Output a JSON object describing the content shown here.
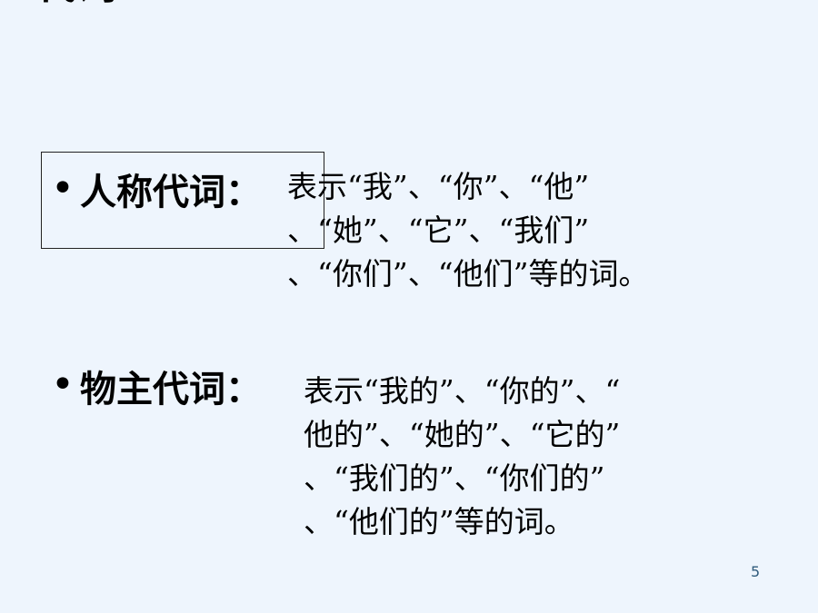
{
  "slide": {
    "title": "代词",
    "items": [
      {
        "bullet": "•",
        "term": "人称代词：",
        "lines": [
          "表示“我”、“你”、“他”",
          "、“她”、“它”、“我们”",
          "、“你们”、“他们”等的词。"
        ]
      },
      {
        "bullet": "•",
        "term": "物主代词：",
        "lines": [
          "表示“我的”、“你的”、“",
          "他的”、“她的”、“它的”",
          "、“我们的”、“你们的”",
          "、“他们的”等的词。"
        ]
      }
    ],
    "page_number": "5"
  }
}
